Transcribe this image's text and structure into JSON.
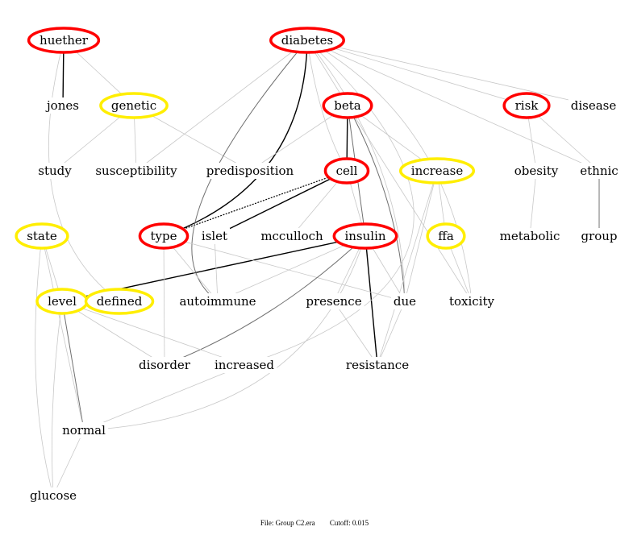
{
  "colors": {
    "highlight_red": "#ff0000",
    "highlight_yellow": "#ffee00",
    "edge_strong": "#000000",
    "edge_weak": "#c8c8c8"
  },
  "nodes": [
    {
      "id": "huether",
      "label": "huether",
      "mark": "red"
    },
    {
      "id": "diabetes",
      "label": "diabetes",
      "mark": "red"
    },
    {
      "id": "jones",
      "label": "jones",
      "mark": "none"
    },
    {
      "id": "genetic",
      "label": "genetic",
      "mark": "yellow"
    },
    {
      "id": "beta",
      "label": "beta",
      "mark": "red"
    },
    {
      "id": "risk",
      "label": "risk",
      "mark": "red"
    },
    {
      "id": "disease",
      "label": "disease",
      "mark": "none"
    },
    {
      "id": "study",
      "label": "study",
      "mark": "none"
    },
    {
      "id": "susceptibility",
      "label": "susceptibility",
      "mark": "none"
    },
    {
      "id": "predisposition",
      "label": "predisposition",
      "mark": "none"
    },
    {
      "id": "cell",
      "label": "cell",
      "mark": "red"
    },
    {
      "id": "increase",
      "label": "increase",
      "mark": "yellow"
    },
    {
      "id": "obesity",
      "label": "obesity",
      "mark": "none"
    },
    {
      "id": "ethnic",
      "label": "ethnic",
      "mark": "none"
    },
    {
      "id": "state",
      "label": "state",
      "mark": "yellow"
    },
    {
      "id": "type",
      "label": "type",
      "mark": "red"
    },
    {
      "id": "islet",
      "label": "islet",
      "mark": "none"
    },
    {
      "id": "mcculloch",
      "label": "mcculloch",
      "mark": "none"
    },
    {
      "id": "insulin",
      "label": "insulin",
      "mark": "red"
    },
    {
      "id": "ffa",
      "label": "ffa",
      "mark": "yellow"
    },
    {
      "id": "metabolic",
      "label": "metabolic",
      "mark": "none"
    },
    {
      "id": "group",
      "label": "group",
      "mark": "none"
    },
    {
      "id": "level",
      "label": "level",
      "mark": "yellow"
    },
    {
      "id": "defined",
      "label": "defined",
      "mark": "yellow"
    },
    {
      "id": "autoimmune",
      "label": "autoimmune",
      "mark": "none"
    },
    {
      "id": "presence",
      "label": "presence",
      "mark": "none"
    },
    {
      "id": "due",
      "label": "due",
      "mark": "none"
    },
    {
      "id": "toxicity",
      "label": "toxicity",
      "mark": "none"
    },
    {
      "id": "disorder",
      "label": "disorder",
      "mark": "none"
    },
    {
      "id": "increased",
      "label": "increased",
      "mark": "none"
    },
    {
      "id": "resistance",
      "label": "resistance",
      "mark": "none"
    },
    {
      "id": "normal",
      "label": "normal",
      "mark": "none"
    },
    {
      "id": "glucose",
      "label": "glucose",
      "mark": "none"
    }
  ],
  "edges": [
    [
      "huether",
      "jones",
      "strong"
    ],
    [
      "diabetes",
      "type",
      "strong"
    ],
    [
      "beta",
      "cell",
      "strong"
    ],
    [
      "cell",
      "islet",
      "strong"
    ],
    [
      "insulin",
      "level",
      "strong"
    ],
    [
      "insulin",
      "resistance",
      "strong"
    ],
    [
      "level",
      "normal",
      "medium"
    ],
    [
      "cell",
      "type",
      "dotted"
    ],
    [
      "ethnic",
      "group",
      "medium"
    ],
    [
      "beta",
      "due",
      "medium"
    ],
    [
      "beta",
      "insulin",
      "medium"
    ],
    [
      "huether",
      "genetic",
      "weak"
    ],
    [
      "huether",
      "defined",
      "weak"
    ],
    [
      "genetic",
      "study",
      "weak"
    ],
    [
      "genetic",
      "susceptibility",
      "weak"
    ],
    [
      "genetic",
      "predisposition",
      "weak"
    ],
    [
      "diabetes",
      "susceptibility",
      "weak"
    ],
    [
      "diabetes",
      "autoimmune",
      "medium"
    ],
    [
      "diabetes",
      "beta",
      "weak"
    ],
    [
      "diabetes",
      "cell",
      "weak"
    ],
    [
      "diabetes",
      "risk",
      "weak"
    ],
    [
      "diabetes",
      "disease",
      "weak"
    ],
    [
      "diabetes",
      "ethnic",
      "weak"
    ],
    [
      "diabetes",
      "due",
      "weak"
    ],
    [
      "diabetes",
      "toxicity",
      "weak"
    ],
    [
      "diabetes",
      "increased",
      "weak"
    ],
    [
      "beta",
      "predisposition",
      "weak"
    ],
    [
      "beta",
      "increase",
      "weak"
    ],
    [
      "beta",
      "toxicity",
      "weak"
    ],
    [
      "cell",
      "insulin",
      "weak"
    ],
    [
      "risk",
      "obesity",
      "weak"
    ],
    [
      "risk",
      "ethnic",
      "weak"
    ],
    [
      "obesity",
      "metabolic",
      "weak"
    ],
    [
      "increase",
      "ffa",
      "weak"
    ],
    [
      "increase",
      "due",
      "weak"
    ],
    [
      "increase",
      "resistance",
      "weak"
    ],
    [
      "ffa",
      "toxicity",
      "weak"
    ],
    [
      "state",
      "level",
      "weak"
    ],
    [
      "state",
      "normal",
      "weak"
    ],
    [
      "state",
      "glucose",
      "weak"
    ],
    [
      "type",
      "autoimmune",
      "weak"
    ],
    [
      "type",
      "disorder",
      "weak"
    ],
    [
      "type",
      "due",
      "weak"
    ],
    [
      "insulin",
      "autoimmune",
      "weak"
    ],
    [
      "insulin",
      "disorder",
      "medium"
    ],
    [
      "insulin",
      "presence",
      "weak"
    ],
    [
      "insulin",
      "due",
      "weak"
    ],
    [
      "insulin",
      "normal",
      "weak"
    ],
    [
      "level",
      "disorder",
      "weak"
    ],
    [
      "level",
      "increased",
      "weak"
    ],
    [
      "level",
      "glucose",
      "weak"
    ],
    [
      "presence",
      "resistance",
      "weak"
    ],
    [
      "due",
      "resistance",
      "weak"
    ],
    [
      "increased",
      "normal",
      "weak"
    ],
    [
      "normal",
      "glucose",
      "weak"
    ],
    [
      "islet",
      "autoimmune",
      "weak"
    ],
    [
      "mcculloch",
      "cell",
      "weak"
    ]
  ],
  "footer": {
    "file": "File: Group C2.era",
    "cutoff": "Cutoff: 0.015"
  }
}
